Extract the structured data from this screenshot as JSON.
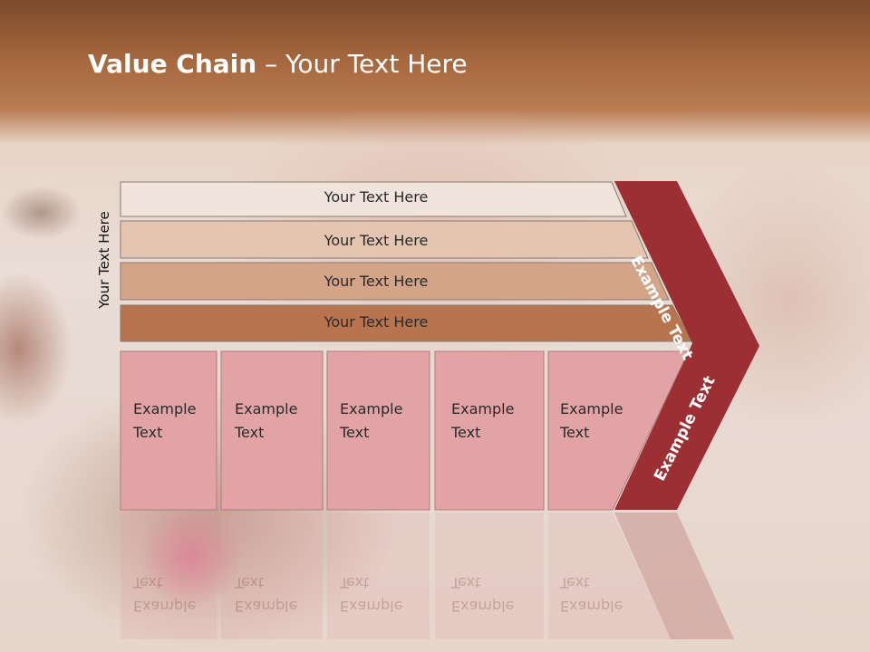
{
  "title": {
    "bold": "Value Chain",
    "rest": " – Your Text Here"
  },
  "side_label": "Your Text Here",
  "rows": [
    {
      "label": "Your Text Here",
      "color": "#f0e4dd"
    },
    {
      "label": "Your Text Here",
      "color": "#e3c5b2"
    },
    {
      "label": "Your Text Here",
      "color": "#d3a488"
    },
    {
      "label": "Your Text Here",
      "color": "#b8744e"
    }
  ],
  "cells": [
    {
      "line1": "Example",
      "line2": "Text"
    },
    {
      "line1": "Example",
      "line2": "Text"
    },
    {
      "line1": "Example",
      "line2": "Text"
    },
    {
      "line1": "Example",
      "line2": "Text"
    },
    {
      "line1": "Example",
      "line2": "Text"
    }
  ],
  "arrow_upper_label": "Example Text",
  "arrow_lower_label": "Example Text",
  "colors": {
    "arrow": "#9b2f33",
    "cell": "#e2a3a6",
    "title": "#ffffff"
  }
}
